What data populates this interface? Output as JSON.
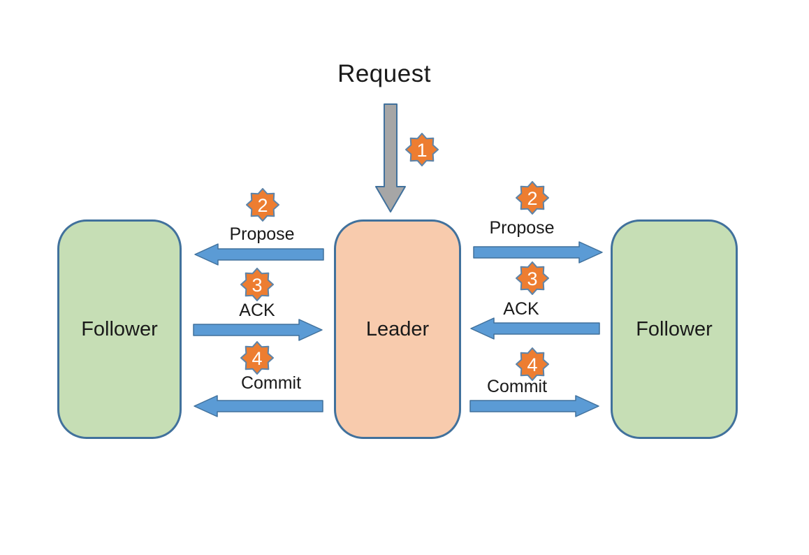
{
  "diagram": {
    "title": "Request",
    "request_flow": {
      "step_num": "1"
    },
    "nodes": {
      "leader": {
        "label": "Leader"
      },
      "follower_left": {
        "label": "Follower"
      },
      "follower_right": {
        "label": "Follower"
      }
    },
    "left_messages": {
      "propose": {
        "step_num": "2",
        "label": "Propose",
        "direction": "leader-to-follower"
      },
      "ack": {
        "step_num": "3",
        "label": "ACK",
        "direction": "follower-to-leader"
      },
      "commit": {
        "step_num": "4",
        "label": "Commit",
        "direction": "leader-to-follower"
      }
    },
    "right_messages": {
      "propose": {
        "step_num": "2",
        "label": "Propose",
        "direction": "leader-to-follower"
      },
      "ack": {
        "step_num": "3",
        "label": "ACK",
        "direction": "follower-to-leader"
      },
      "commit": {
        "step_num": "4",
        "label": "Commit",
        "direction": "leader-to-follower"
      }
    },
    "colors": {
      "follower_fill": "#c6deb5",
      "leader_fill": "#f8cbad",
      "box_border": "#41719c",
      "arrow_fill": "#5b9bd5",
      "arrow_border": "#41719c",
      "request_arrow_fill": "#a6a6a6",
      "badge_fill": "#ed7d31",
      "badge_border": "#5d84a9",
      "badge_text": "#ffffff",
      "text": "#1a1a1a",
      "background": "#ffffff"
    }
  }
}
